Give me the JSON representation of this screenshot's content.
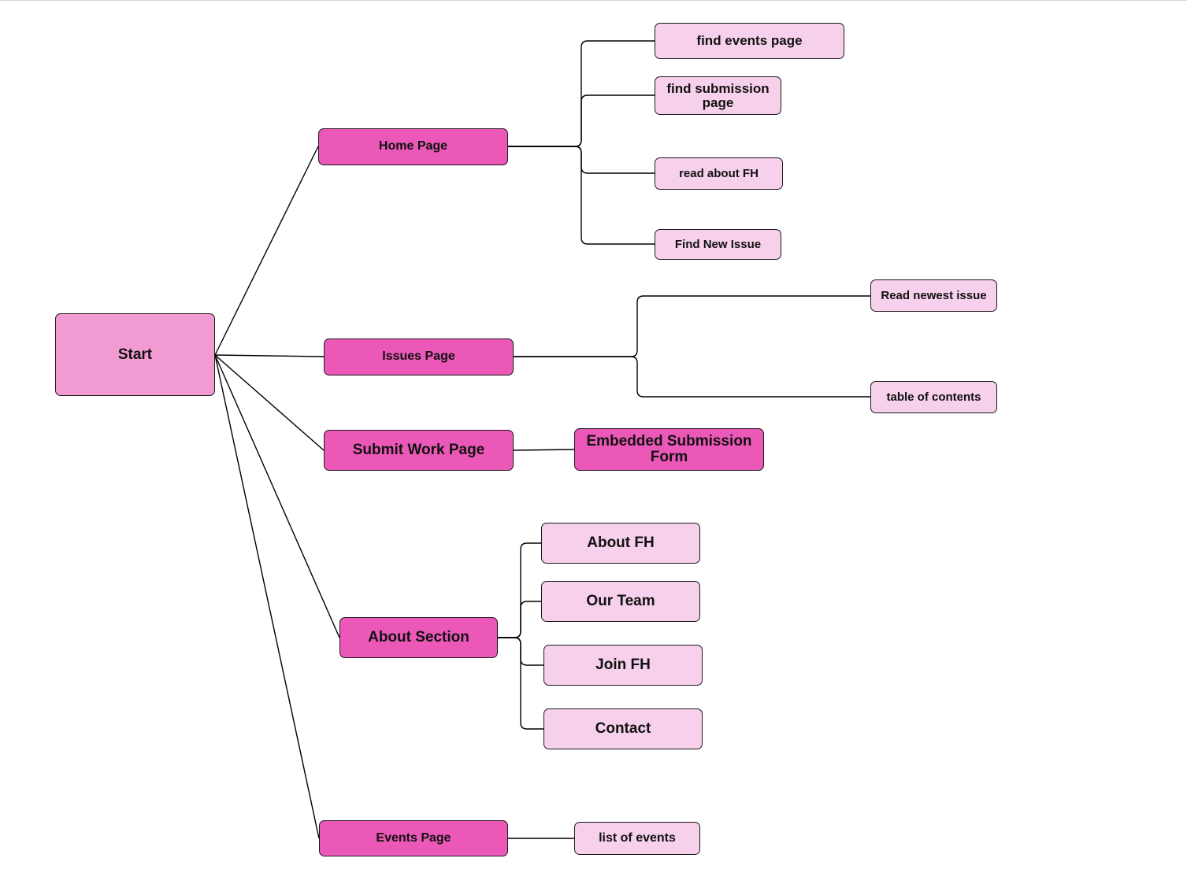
{
  "nodes": {
    "start": "Start",
    "home_page": "Home Page",
    "issues_page": "Issues Page",
    "submit_work_page": "Submit Work Page",
    "about_section": "About Section",
    "events_page": "Events Page",
    "find_events_page": "find events page",
    "find_submission_page": "find submission page",
    "read_about_fh": "read about FH",
    "find_new_issue": "Find New Issue",
    "read_newest_issue": "Read newest issue",
    "table_of_contents": "table of contents",
    "embedded_submission_form": "Embedded Submission Form",
    "about_fh": "About FH",
    "our_team": "Our Team",
    "join_fh": "Join FH",
    "contact": "Contact",
    "list_of_events": "list of events"
  },
  "colors": {
    "root_fill": "#f29bd3",
    "level1_fill": "#eb58b8",
    "leaf_fill": "#f7d0ec",
    "outline": "#1a1a1a"
  }
}
